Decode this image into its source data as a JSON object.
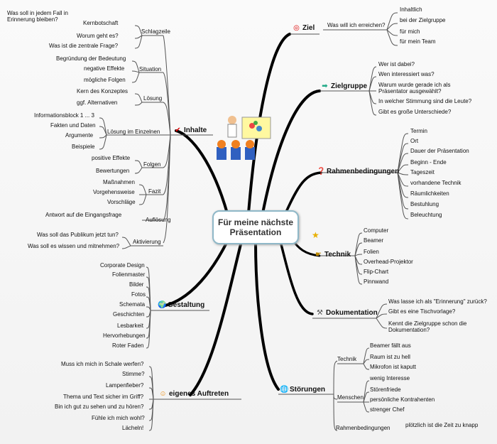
{
  "central": {
    "line1": "Für meine nächste",
    "line2": "Präsentation"
  },
  "branches": {
    "ziel": {
      "label": "Ziel",
      "sub": "Was will ich erreichen?",
      "items": [
        "Inhaltlich",
        "bei der Zielgruppe",
        "für mich",
        "für mein Team"
      ]
    },
    "zielgruppe": {
      "label": "Zielgruppe",
      "items": [
        "Wer ist dabei?",
        "Wen interessiert was?",
        "Warum wurde gerade ich als",
        "Präsentator ausgewählt?",
        "In welcher Stimmung sind die Leute?",
        "Gibt es große Unterschiede?"
      ]
    },
    "rahmen": {
      "label": "Rahmenbedingungen",
      "items": [
        "Termin",
        "Ort",
        "Dauer der Präsentation",
        "Beginn - Ende",
        "Tageszeit",
        "vorhandene Technik",
        "Räumlichkeiten",
        "Bestuhlung",
        "Beleuchtung"
      ]
    },
    "technik": {
      "label": "Technik",
      "items": [
        "Computer",
        "Beamer",
        "Folien",
        "Overhead-Projektor",
        "Flip-Chart",
        "Pinnwand"
      ]
    },
    "doku": {
      "label": "Dokumentation",
      "items": [
        "Was lasse ich als \"Erinnerung\" zurück?",
        "Gibt es eine Tischvorlage?",
        "Kennt die Zielgruppe schon die",
        "Dokumentation?"
      ]
    },
    "stoerungen": {
      "label": "Störungen",
      "technik": {
        "label": "Technik",
        "items": [
          "Beamer fällt aus",
          "Raum ist zu hell",
          "Mikrofon ist kaputt"
        ]
      },
      "menschen": {
        "label": "Menschen",
        "items": [
          "wenig Interesse",
          "Störenfriede",
          "persönliche Kontrahenten",
          "strenger Chef"
        ]
      },
      "rahmen": {
        "label": "Rahmenbedingungen",
        "item": "plötzlich ist die Zeit zu knapp"
      }
    },
    "inhalte": {
      "label": "Inhalte",
      "schlagzeile": {
        "label": "Schlagzeile",
        "items": [
          "Was soll in jedem Fall in",
          "Erinnerung bleiben?",
          "Kernbotschaft",
          "Worum geht es?",
          "Was ist die zentrale Frage?"
        ]
      },
      "situation": {
        "label": "Situation",
        "items": [
          "Begründung der Bedeutung",
          "negative Effekte",
          "mögliche Folgen"
        ]
      },
      "loesung": {
        "label": "Lösung",
        "items": [
          "Kern des Konzeptes",
          "ggf. Alternativen"
        ]
      },
      "einzelnen": {
        "label": "Lösung im Einzelnen",
        "items": [
          "Informationsblock 1 ... 3",
          "Fakten und Daten",
          "Argumente",
          "Beispiele"
        ]
      },
      "folgen": {
        "label": "Folgen",
        "items": [
          "positive Effekte",
          "Bewertungen"
        ]
      },
      "fazit": {
        "label": "Fazit",
        "items": [
          "Maßnahmen",
          "Vorgehensweise",
          "Vorschläge"
        ]
      },
      "aufloesung": {
        "label": "Auflösung",
        "items": [
          "Antwort auf die Eingangsfrage"
        ]
      },
      "aktivierung": {
        "label": "Aktivierung",
        "items": [
          "Was soll das Publikum jetzt tun?",
          "Was soll es wissen und mitnehmen?"
        ]
      }
    },
    "gestaltung": {
      "label": "Gestaltung",
      "items": [
        "Corporate Design",
        "Folienmaster",
        "Bilder",
        "Fotos",
        "Schemata",
        "Geschichten",
        "Lesbarkeit",
        "Hervorhebungen",
        "Roter Faden"
      ]
    },
    "auftreten": {
      "label": "eigenes Auftreten",
      "items": [
        "Muss ich mich in Schale werfen?",
        "Stimme?",
        "Lampenfieber?",
        "Thema und Text sicher im Griff?",
        "Bin ich gut zu sehen und zu hören?",
        "Fühle ich mich wohl?",
        "Lächeln!"
      ]
    }
  },
  "icons": [
    "check-icon",
    "target-icon",
    "arrow-icon",
    "question-icon",
    "hand-icon",
    "tools-icon",
    "globe-icon",
    "smiley-icon",
    "star-icon",
    "presenter-clipart"
  ],
  "colors": {
    "branch_line": "#000000",
    "twig_line": "#555555",
    "central_border": "#8fb8c8"
  }
}
